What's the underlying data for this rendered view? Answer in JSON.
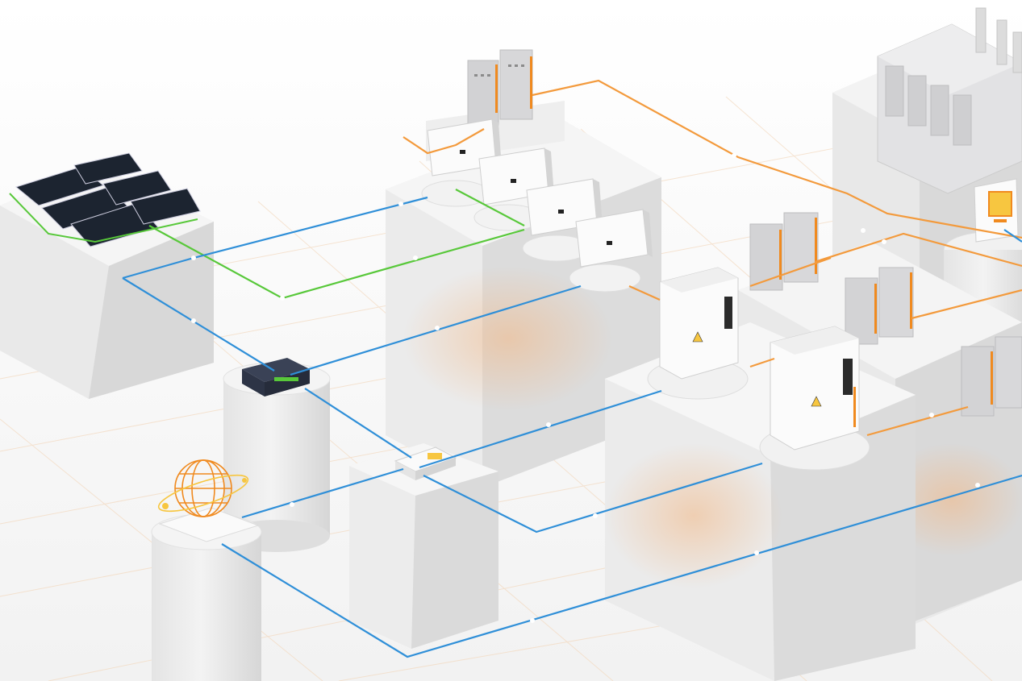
{
  "diagram": {
    "colors": {
      "background": "#f7f7f7",
      "grid": "#f3d9bf",
      "pedestal_top": "#f4f4f4",
      "pedestal_left": "#e6e6e6",
      "pedestal_right": "#d9d9d9",
      "glow": "#f2b784",
      "line_comm": "#2f8fd8",
      "line_dc": "#58c83a",
      "line_ac": "#f39a3c",
      "device_white": "#fbfbfb",
      "device_gray": "#c9c9cb",
      "accent_orange": "#f08a1f",
      "accent_yellow": "#f7c640",
      "solar_panel": "#1c2430",
      "datalogger": "#2d3446",
      "node_dot": "#ffffff"
    },
    "components": [
      {
        "name": "rooftop-solar-array",
        "icon": "solar-panel-icon"
      },
      {
        "name": "string-inverter-1",
        "icon": "inverter-icon"
      },
      {
        "name": "string-inverter-2",
        "icon": "inverter-icon"
      },
      {
        "name": "string-inverter-3",
        "icon": "inverter-icon"
      },
      {
        "name": "string-inverter-4",
        "icon": "inverter-icon"
      },
      {
        "name": "switch-cabinets",
        "icon": "cabinet-icon"
      },
      {
        "name": "data-logger",
        "icon": "datalogger-icon"
      },
      {
        "name": "communication-gateway",
        "icon": "gateway-icon"
      },
      {
        "name": "cloud-platform-globe",
        "icon": "globe-icon"
      },
      {
        "name": "energy-storage-cabinet-1",
        "icon": "battery-cabinet-icon"
      },
      {
        "name": "energy-storage-cabinet-2",
        "icon": "battery-cabinet-icon"
      },
      {
        "name": "factory-building",
        "icon": "factory-icon"
      },
      {
        "name": "smart-meter",
        "icon": "meter-icon"
      }
    ]
  }
}
